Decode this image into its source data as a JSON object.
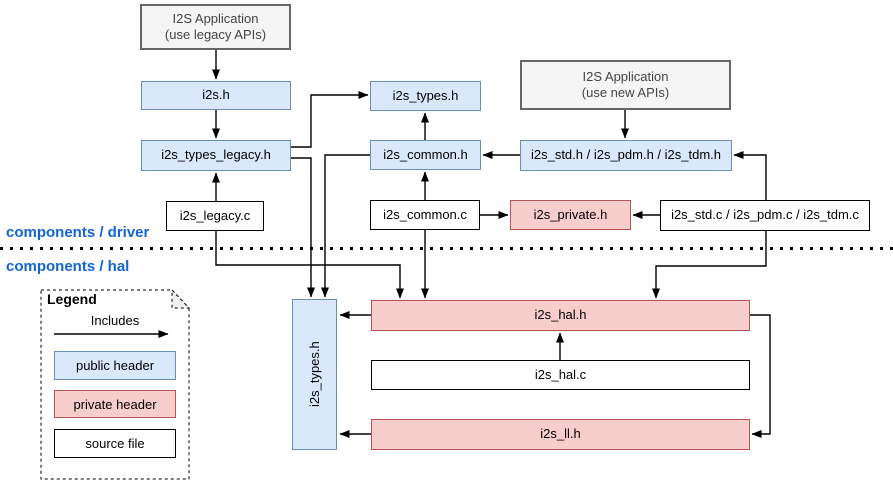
{
  "sections": {
    "driver_label": "components / driver",
    "hal_label": "components / hal"
  },
  "nodes": {
    "app_legacy": {
      "line1": "I2S Application",
      "line2": "(use legacy APIs)",
      "type": "application"
    },
    "i2s_h": {
      "label": "i2s.h",
      "type": "public header"
    },
    "i2s_types_legacy_h": {
      "label": "i2s_types_legacy.h",
      "type": "public header"
    },
    "i2s_legacy_c": {
      "label": "i2s_legacy.c",
      "type": "source file"
    },
    "i2s_types_h_driver": {
      "label": "i2s_types.h",
      "type": "public header"
    },
    "i2s_common_h": {
      "label": "i2s_common.h",
      "type": "public header"
    },
    "i2s_common_c": {
      "label": "i2s_common.c",
      "type": "source file"
    },
    "app_new": {
      "line1": "I2S Application",
      "line2": "(use new APIs)",
      "type": "application"
    },
    "i2s_std_pdm_tdm_h": {
      "label": "i2s_std.h / i2s_pdm.h / i2s_tdm.h",
      "type": "public header"
    },
    "i2s_private_h": {
      "label": "i2s_private.h",
      "type": "private header"
    },
    "i2s_std_pdm_tdm_c": {
      "label": "i2s_std.c / i2s_pdm.c / i2s_tdm.c",
      "type": "source file"
    },
    "i2s_types_h_hal": {
      "label": "i2s_types.h",
      "type": "public header"
    },
    "i2s_hal_h": {
      "label": "i2s_hal.h",
      "type": "private header"
    },
    "i2s_hal_c": {
      "label": "i2s_hal.c",
      "type": "source file"
    },
    "i2s_ll_h": {
      "label": "i2s_ll.h",
      "type": "private header"
    }
  },
  "edges": [
    {
      "from": "app_legacy",
      "to": "i2s_h"
    },
    {
      "from": "i2s_h",
      "to": "i2s_types_legacy_h"
    },
    {
      "from": "i2s_legacy_c",
      "to": "i2s_types_legacy_h"
    },
    {
      "from": "i2s_types_legacy_h",
      "to": "i2s_types_h_driver"
    },
    {
      "from": "i2s_common_h",
      "to": "i2s_types_h_driver"
    },
    {
      "from": "i2s_common_c",
      "to": "i2s_common_h"
    },
    {
      "from": "i2s_common_c",
      "to": "i2s_private_h"
    },
    {
      "from": "app_new",
      "to": "i2s_std_pdm_tdm_h"
    },
    {
      "from": "i2s_std_pdm_tdm_h",
      "to": "i2s_common_h"
    },
    {
      "from": "i2s_std_pdm_tdm_c",
      "to": "i2s_private_h"
    },
    {
      "from": "i2s_std_pdm_tdm_c",
      "to": "i2s_std_pdm_tdm_h"
    },
    {
      "from": "i2s_types_legacy_h",
      "to": "i2s_types_h_hal"
    },
    {
      "from": "i2s_common_h",
      "to": "i2s_types_h_hal"
    },
    {
      "from": "i2s_legacy_c",
      "to": "i2s_hal_h"
    },
    {
      "from": "i2s_common_c",
      "to": "i2s_hal_h"
    },
    {
      "from": "i2s_std_pdm_tdm_c",
      "to": "i2s_hal_h"
    },
    {
      "from": "i2s_hal_h",
      "to": "i2s_types_h_hal"
    },
    {
      "from": "i2s_hal_c",
      "to": "i2s_hal_h"
    },
    {
      "from": "i2s_hal_h",
      "to": "i2s_ll_h"
    },
    {
      "from": "i2s_ll_h",
      "to": "i2s_types_h_hal"
    }
  ],
  "legend": {
    "title": "Legend",
    "includes_label": "Includes",
    "public_header": "public header",
    "private_header": "private header",
    "source_file": "source file"
  },
  "colors": {
    "public_fill": "#dae8fc",
    "public_stroke": "#6c8ebf",
    "private_fill": "#f8cecc",
    "private_stroke": "#b85450",
    "source_fill": "#ffffff",
    "source_stroke": "#000000",
    "app_fill": "#f5f5f5",
    "app_stroke": "#666666",
    "app_text": "#444444",
    "section_label": "#1464d2",
    "arrow": "#000000"
  }
}
